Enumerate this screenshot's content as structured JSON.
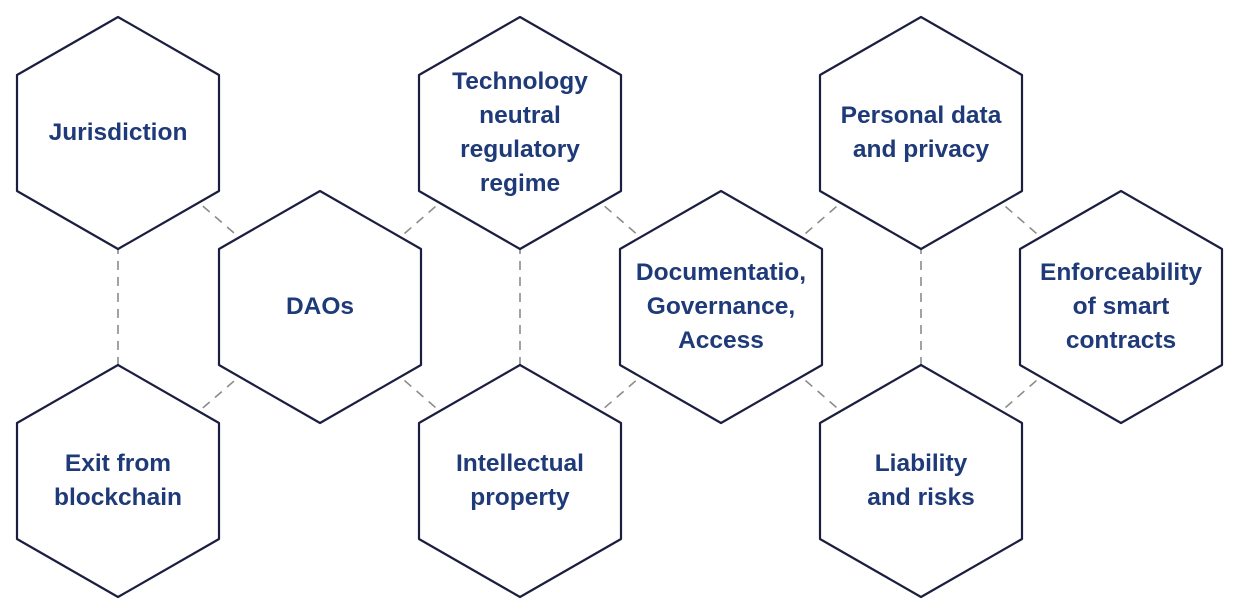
{
  "colors": {
    "outline": "#1b1e3f",
    "connector": "#8c8c8c",
    "text": "#1f3a78",
    "background": "#ffffff"
  },
  "hexagons": [
    {
      "id": "jurisdiction",
      "label": "Jurisdiction"
    },
    {
      "id": "exit-from-blockchain",
      "label": "Exit from\nblockchain"
    },
    {
      "id": "daos",
      "label": "DAOs"
    },
    {
      "id": "technology-neutral-regulatory-regime",
      "label": "Technology\nneutral\nregulatory\nregime"
    },
    {
      "id": "intellectual-property",
      "label": "Intellectual\nproperty"
    },
    {
      "id": "documentation-governance-access",
      "label": "Documentatio,\nGovernance,\nAccess"
    },
    {
      "id": "personal-data-and-privacy",
      "label": "Personal data\nand privacy"
    },
    {
      "id": "liability-and-risks",
      "label": "Liability\nand risks"
    },
    {
      "id": "enforceability-of-smart-contracts",
      "label": "Enforceability\nof smart\ncontracts"
    }
  ]
}
